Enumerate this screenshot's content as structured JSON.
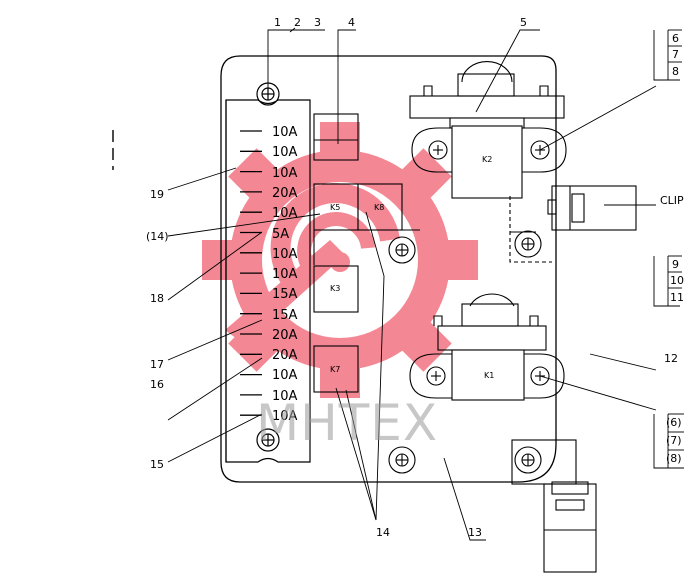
{
  "fuse_ratings": [
    "10A",
    "10A",
    "10A",
    "20A",
    "10A",
    "5A",
    "10A",
    "10A",
    "15A",
    "15A",
    "20A",
    "20A",
    "10A",
    "10A",
    "10A"
  ],
  "relay_labels": {
    "k5": "K5",
    "k8": "K8",
    "k3": "K3",
    "k7": "K7",
    "k2": "K2",
    "k1": "K1"
  },
  "callouts": {
    "c1": "1",
    "c2": "2",
    "c3": "3",
    "c4": "4",
    "c5": "5",
    "c6": "6",
    "c7": "7",
    "c8": "8",
    "clip": "CLIP",
    "c9": "9",
    "c10": "10",
    "c11": "11",
    "c12": "12",
    "c13": "13",
    "c14": "14",
    "c14p": "(14)",
    "c15": "15",
    "c16": "16",
    "c17": "17",
    "c18": "18",
    "c19": "19",
    "c6p": "(6)",
    "c7p": "(7)",
    "c8p": "(8)"
  },
  "watermark": "MHTEX",
  "colors": {
    "line": "#000000",
    "logo": "#f06070",
    "watermark": "#9a9a9a"
  }
}
